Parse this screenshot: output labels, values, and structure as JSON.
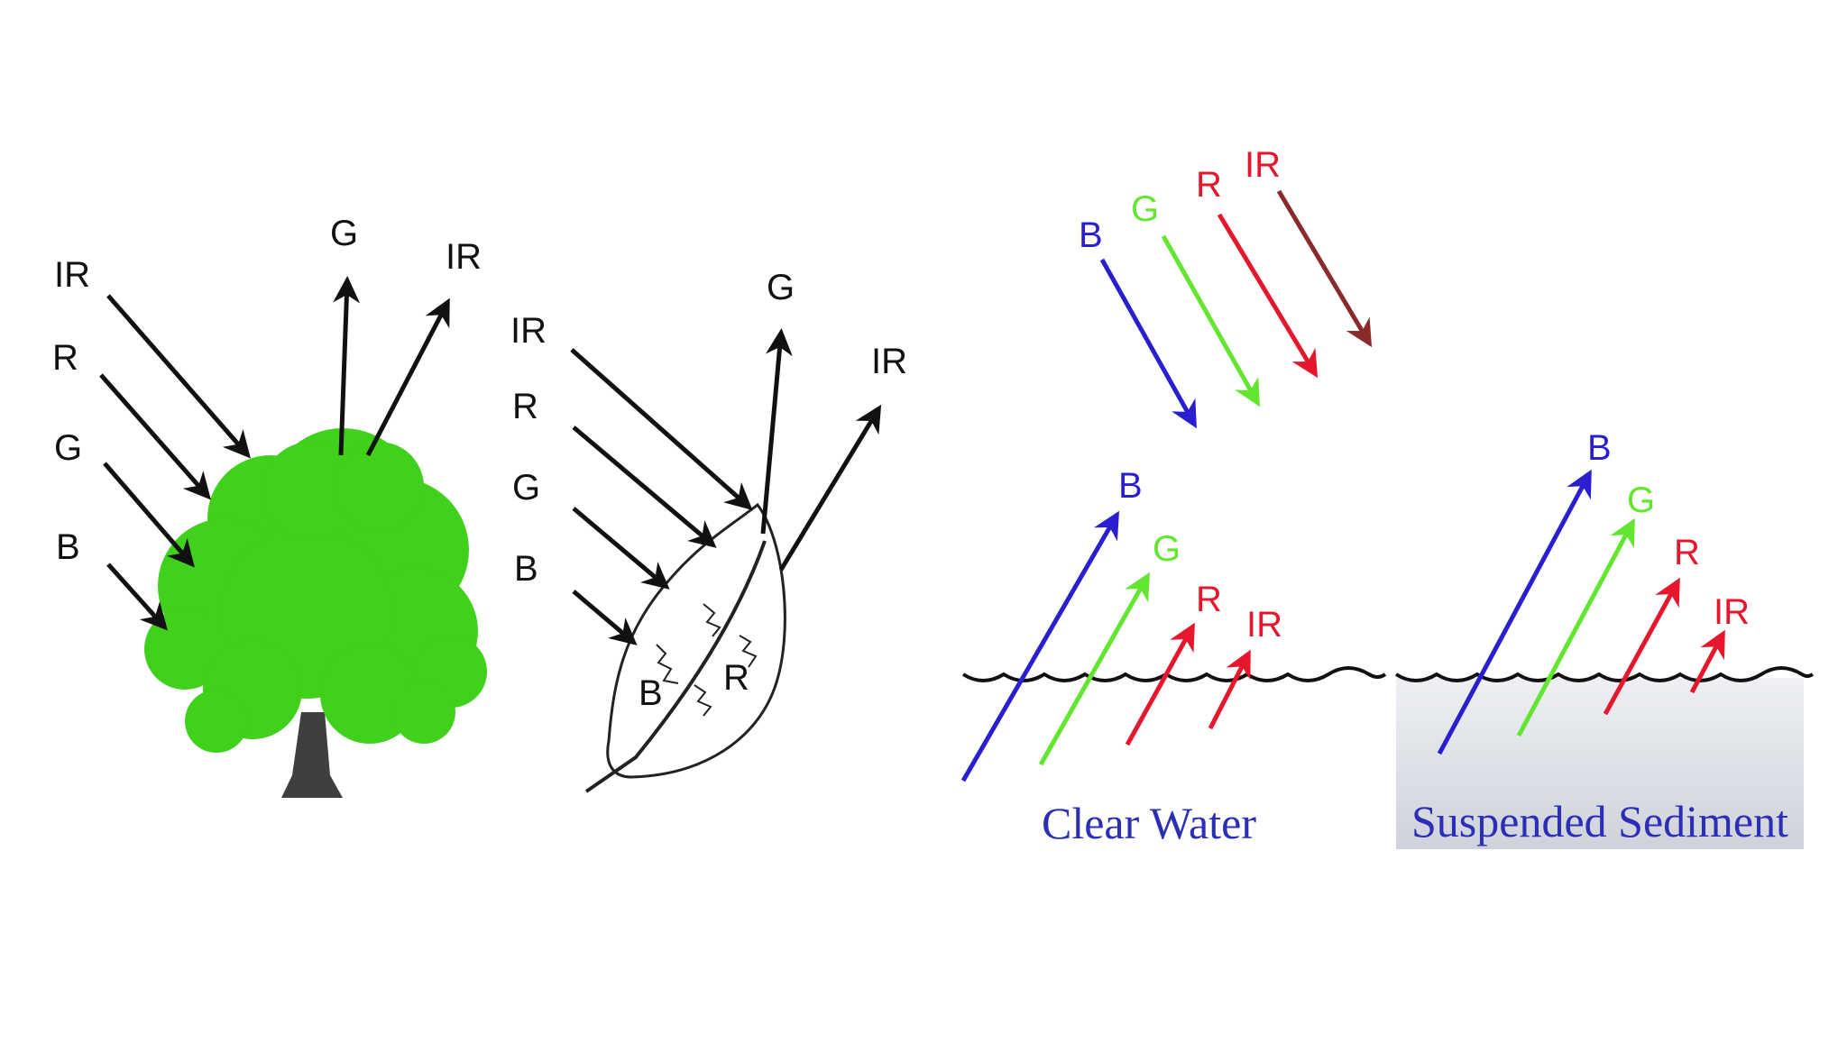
{
  "colors": {
    "black": "#111111",
    "blue": "#2a1fd0",
    "green": "#63e62f",
    "red": "#e6162c",
    "darkred": "#8a2a2a",
    "tree_green": "#3fd11c",
    "trunk": "#3f3f3f",
    "caption_blue": "#2a2fb5",
    "sediment": "#d9dbe2"
  },
  "tree": {
    "incoming": [
      "IR",
      "R",
      "G",
      "B"
    ],
    "reflected": [
      "G",
      "IR"
    ]
  },
  "leaf": {
    "incoming": [
      "IR",
      "R",
      "G",
      "B"
    ],
    "reflected": [
      "G",
      "IR"
    ],
    "absorbed": [
      "B",
      "R"
    ]
  },
  "incident": [
    "B",
    "G",
    "R",
    "IR"
  ],
  "clear_water": {
    "caption": "Clear Water",
    "reflected": [
      "B",
      "G",
      "R",
      "IR"
    ]
  },
  "sediment": {
    "caption": "Suspended Sediment",
    "reflected": [
      "B",
      "G",
      "R",
      "IR"
    ]
  }
}
